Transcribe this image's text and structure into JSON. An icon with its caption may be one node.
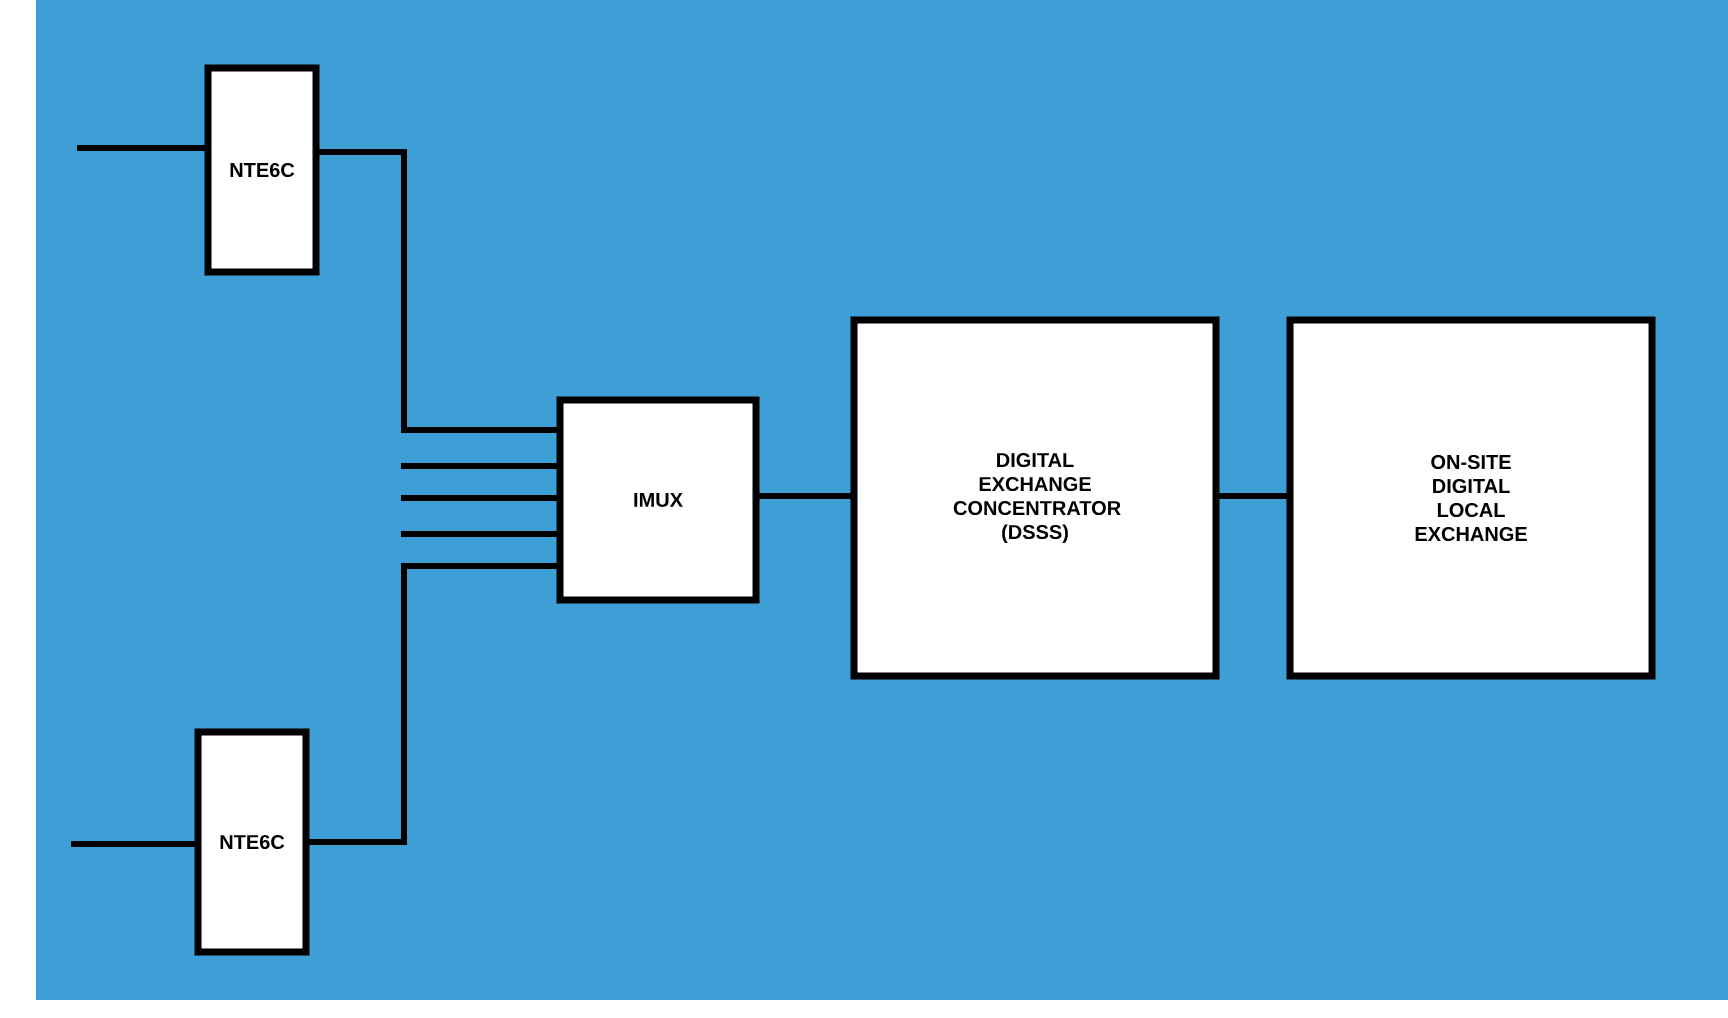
{
  "diagram": {
    "nodes": [
      {
        "text": [
          "NTE6C"
        ]
      },
      {
        "text": [
          "NTE6C"
        ]
      },
      {
        "text": [
          "IMUX"
        ]
      },
      {
        "text": [
          "DIGITAL EXCHANGE CONCENTRATOR (DSSS)"
        ]
      },
      {
        "text": [
          "ON-SITE DIGITAL LOCAL EXCHANGE"
        ]
      }
    ],
    "edges": [
      {
        "from": null,
        "to": 0,
        "arrow": "none"
      },
      {
        "from": 0,
        "to": 2,
        "arrow": "none"
      },
      {
        "from": null,
        "to": 2,
        "arrow": "none"
      },
      {
        "from": null,
        "to": 2,
        "arrow": "none"
      },
      {
        "from": null,
        "to": 2,
        "arrow": "none"
      },
      {
        "from": 1,
        "to": 2,
        "arrow": "none"
      },
      {
        "from": null,
        "to": 1,
        "arrow": "none"
      },
      {
        "from": 2,
        "to": 3,
        "arrow": "none"
      },
      {
        "from": 3,
        "to": 4,
        "arrow": "none"
      }
    ]
  }
}
